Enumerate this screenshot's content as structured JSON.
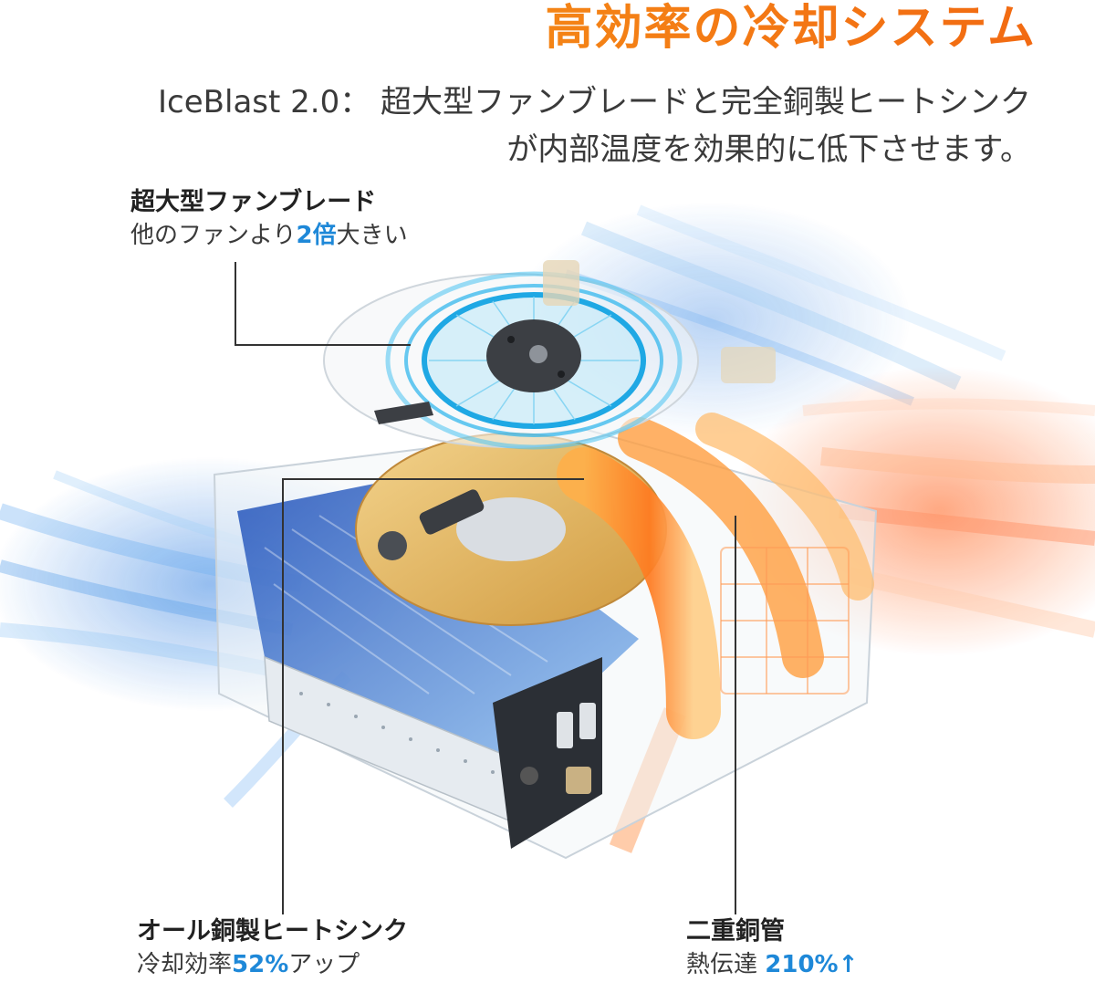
{
  "title": "高効率の冷却システム",
  "subtitle": {
    "line1": "IceBlast 2.0： 超大型ファンブレードと完全銅製ヒートシンク",
    "line2": "が内部温度を効果的に低下させます。"
  },
  "callouts": {
    "fan": {
      "heading": "超大型ファンブレード",
      "text_before": "他のファンより",
      "highlight": "2倍",
      "text_after": "大きい"
    },
    "heatsink": {
      "heading": "オール銅製ヒートシンク",
      "text_before": "冷却効率",
      "highlight": "52%",
      "text_after": "アップ"
    },
    "pipe": {
      "heading": "二重銅管",
      "text_before": "熱伝達",
      "highlight": "210%",
      "arrow": "↑"
    }
  },
  "colors": {
    "title_gradient_start": "#f7a11a",
    "title_gradient_end": "#f26a12",
    "highlight_blue": "#1e88d8",
    "cool_air": "#3b8fe6",
    "hot_air": "#ff7a1a",
    "copper": "#e8b860"
  },
  "icons": [
    "fan-icon",
    "heatsink-illustration",
    "heat-pipe-illustration"
  ]
}
